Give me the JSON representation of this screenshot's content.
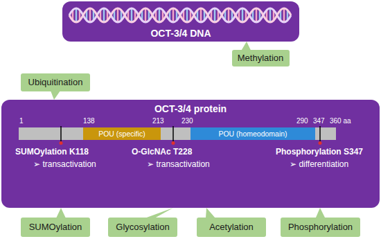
{
  "diagram": {
    "nodes": [
      {
        "text": [
          "OCT-3/4 DNA"
        ]
      },
      {
        "text": [
          "Methylation"
        ]
      },
      {
        "text": [
          "Ubiquitination"
        ]
      },
      {
        "text": [
          "OCT-3/4 protein"
        ]
      },
      {
        "text": [
          "POU (specific)"
        ],
        "in": 3
      },
      {
        "text": [
          "POU (homeodomain)"
        ],
        "in": 3
      },
      {
        "text": [
          "SUMOylation"
        ]
      },
      {
        "text": [
          "Glycosylation"
        ]
      },
      {
        "text": [
          "Acetylation"
        ]
      },
      {
        "text": [
          "Phosphorylation"
        ]
      }
    ],
    "edges": [
      {
        "from": 1,
        "to": 0,
        "arrow": "none"
      },
      {
        "from": 2,
        "to": 3,
        "arrow": "none"
      },
      {
        "from": 6,
        "to": 3,
        "arrow": "none"
      },
      {
        "from": 7,
        "to": 3,
        "arrow": "none"
      },
      {
        "from": 8,
        "to": 3,
        "arrow": "none"
      },
      {
        "from": 9,
        "to": 3,
        "arrow": "none"
      }
    ],
    "labels": [
      "1",
      "138",
      "213",
      "230",
      "290",
      "347",
      "360 aa",
      "SUMOylation K118",
      "➢ transactivation",
      "O-GlcNAc T228",
      "➢ transactivation",
      "Phosphorylation S347",
      "➢ differentiation"
    ]
  }
}
